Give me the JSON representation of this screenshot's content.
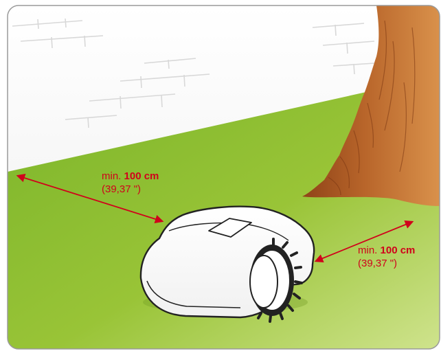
{
  "labels": {
    "left": {
      "prefix": "min. ",
      "value": "100 cm",
      "inches": "(39,37 \")"
    },
    "right": {
      "prefix": "min. ",
      "value": "100 cm",
      "inches": "(39,37 \")"
    }
  },
  "colors": {
    "annotation": "#d0021b",
    "lawn": "#8bbf2a",
    "lawn_light": "#c3dc78",
    "trunk": "#b8652a",
    "wall": "#f3f3f3",
    "frame": "#9a9a9a"
  },
  "icons": {
    "mower": "robotic-mower-illustration",
    "tree": "tree-trunk-illustration",
    "arrows": "double-headed-distance-arrow"
  }
}
